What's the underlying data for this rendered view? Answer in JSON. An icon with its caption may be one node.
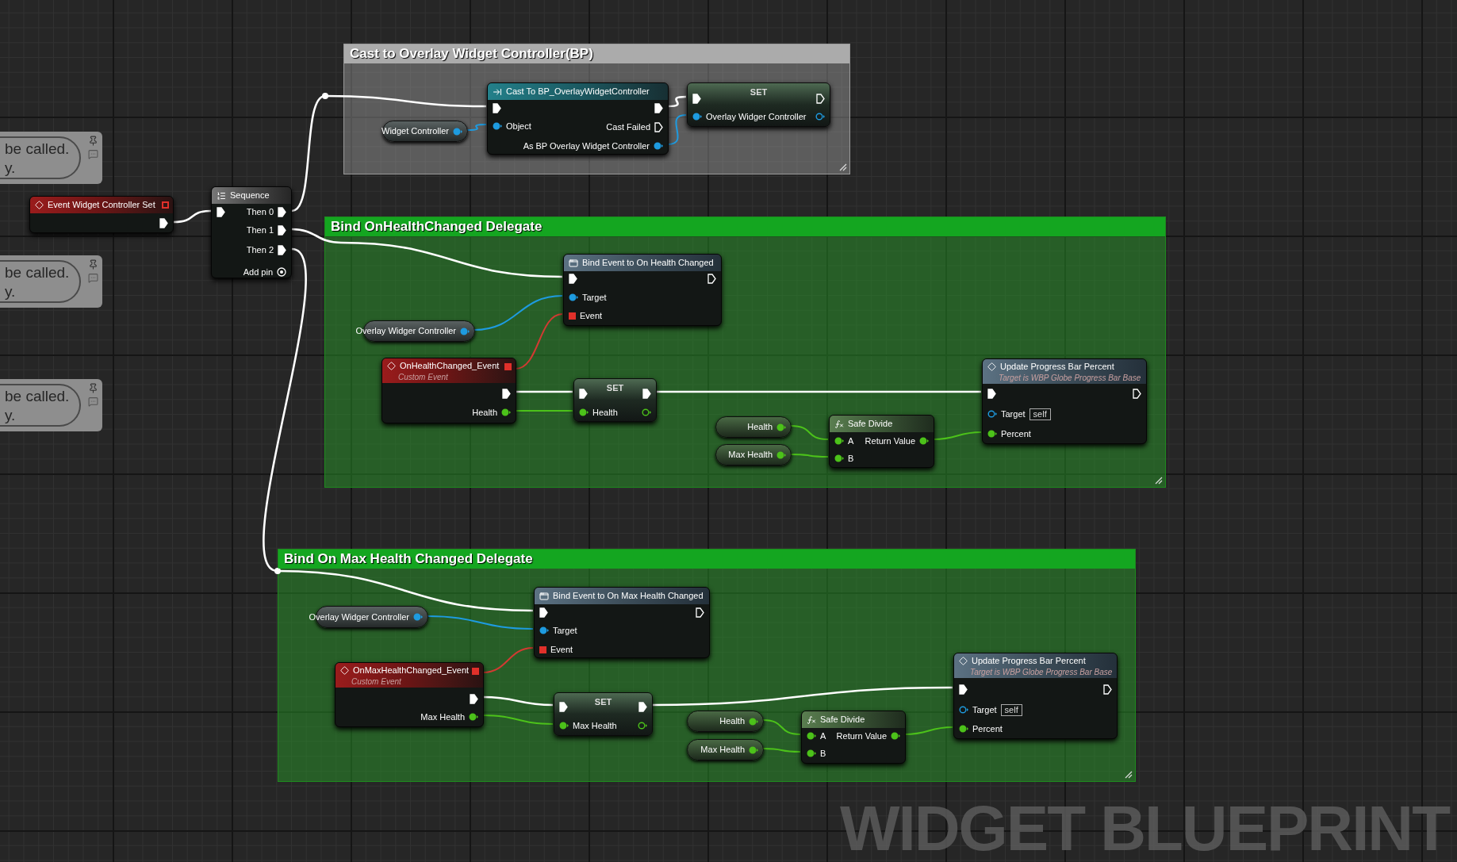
{
  "diagram": {
    "nodes": [
      {
        "text": [
          "be called. y."
        ]
      },
      {
        "text": [
          "be called. y."
        ]
      },
      {
        "text": [
          "be called. y."
        ]
      },
      {
        "text": [
          "Event Widget Controller Set"
        ]
      },
      {
        "text": [
          "Sequence",
          "Then 0",
          "Then 1",
          "Then 2",
          "Add pin"
        ]
      },
      {
        "text": [
          "Cast to Overlay Widget Controller(BP)"
        ]
      },
      {
        "text": [
          "Widget Controller"
        ],
        "in": 5
      },
      {
        "text": [
          "Cast To BP_OverlayWidgetController",
          "Object",
          "Cast Failed",
          "As BP Overlay Widget Controller"
        ],
        "in": 5
      },
      {
        "text": [
          "SET",
          "Overlay Widger Controller"
        ],
        "in": 5
      },
      {
        "text": [
          "Bind OnHealthChanged Delegate"
        ]
      },
      {
        "text": [
          "Bind Event to On Health Changed",
          "Target",
          "Event"
        ],
        "in": 9
      },
      {
        "text": [
          "Overlay Widger Controller"
        ],
        "in": 9
      },
      {
        "text": [
          "OnHealthChanged_Event",
          "Custom Event",
          "Health"
        ],
        "in": 9
      },
      {
        "text": [
          "SET",
          "Health"
        ],
        "in": 9
      },
      {
        "text": [
          "Update Progress Bar Percent",
          "Target is WBP Globe Progress Bar Base",
          "Target",
          "self",
          "Percent"
        ],
        "in": 9
      },
      {
        "text": [
          "Health"
        ],
        "in": 9
      },
      {
        "text": [
          "Max Health"
        ],
        "in": 9
      },
      {
        "text": [
          "Safe Divide",
          "A",
          "Return Value",
          "B"
        ],
        "in": 9
      },
      {
        "text": [
          "Bind On Max Health Changed Delegate"
        ]
      },
      {
        "text": [
          "Bind Event to On Max Health Changed",
          "Target",
          "Event"
        ],
        "in": 18
      },
      {
        "text": [
          "Overlay Widger Controller"
        ],
        "in": 18
      },
      {
        "text": [
          "OnMaxHealthChanged_Event",
          "Custom Event",
          "Max Health"
        ],
        "in": 18
      },
      {
        "text": [
          "SET",
          "Max Health"
        ],
        "in": 18
      },
      {
        "text": [
          "Update Progress Bar Percent",
          "Target is WBP Globe Progress Bar Base",
          "Target",
          "self",
          "Percent"
        ],
        "in": 18
      },
      {
        "text": [
          "Health"
        ],
        "in": 18
      },
      {
        "text": [
          "Max Health"
        ],
        "in": 18
      },
      {
        "text": [
          "Safe Divide",
          "A",
          "Return Value",
          "B"
        ],
        "in": 18
      }
    ],
    "edges": [
      {
        "from": 3,
        "to": 4,
        "arrow": "none"
      },
      {
        "from": 4,
        "to": 7,
        "arrow": "none"
      },
      {
        "from": 6,
        "to": 7,
        "arrow": "none",
        "color": "#1e9be0"
      },
      {
        "from": 7,
        "to": 8,
        "arrow": "none"
      },
      {
        "from": 7,
        "to": 8,
        "arrow": "none",
        "color": "#1e9be0"
      },
      {
        "from": 4,
        "to": 10,
        "arrow": "none"
      },
      {
        "from": 11,
        "to": 10,
        "arrow": "none",
        "color": "#1e9be0"
      },
      {
        "from": 12,
        "to": 10,
        "arrow": "none",
        "color": "#d13a32"
      },
      {
        "from": 12,
        "to": 13,
        "arrow": "none"
      },
      {
        "from": 12,
        "to": 13,
        "arrow": "none",
        "color": "#4cc21a"
      },
      {
        "from": 13,
        "to": 14,
        "arrow": "none"
      },
      {
        "from": 15,
        "to": 17,
        "arrow": "none",
        "color": "#4cc21a"
      },
      {
        "from": 16,
        "to": 17,
        "arrow": "none",
        "color": "#4cc21a"
      },
      {
        "from": 17,
        "to": 14,
        "arrow": "none",
        "color": "#4cc21a"
      },
      {
        "from": 4,
        "to": 19,
        "arrow": "none"
      },
      {
        "from": 20,
        "to": 19,
        "arrow": "none",
        "color": "#1e9be0"
      },
      {
        "from": 21,
        "to": 19,
        "arrow": "none",
        "color": "#d13a32"
      },
      {
        "from": 21,
        "to": 22,
        "arrow": "none"
      },
      {
        "from": 21,
        "to": 22,
        "arrow": "none",
        "color": "#4cc21a"
      },
      {
        "from": 22,
        "to": 23,
        "arrow": "none"
      },
      {
        "from": 24,
        "to": 26,
        "arrow": "none",
        "color": "#4cc21a"
      },
      {
        "from": 25,
        "to": 26,
        "arrow": "none",
        "color": "#4cc21a"
      },
      {
        "from": 26,
        "to": 23,
        "arrow": "none",
        "color": "#4cc21a"
      }
    ],
    "labels": [
      "WIDGET BLUEPRINT"
    ]
  }
}
